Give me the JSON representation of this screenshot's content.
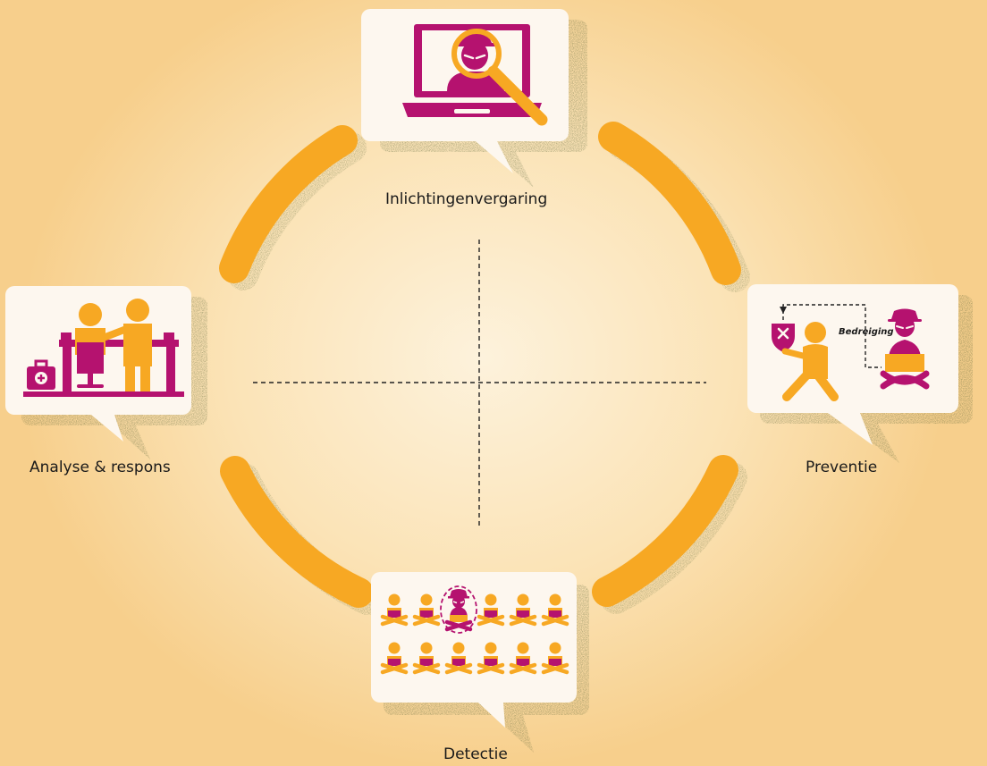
{
  "stages": {
    "top": {
      "label": "Inlichtingenvergaring",
      "icon": "spy-laptop-magnifier-icon"
    },
    "right": {
      "label": "Preventie",
      "icon": "shield-threat-icon",
      "threat_label": "Bedreiging"
    },
    "bottom": {
      "label": "Detectie",
      "icon": "crowd-spy-icon"
    },
    "left": {
      "label": "Analyse & respons",
      "icon": "team-desk-icon"
    }
  },
  "colors": {
    "orange": "#f7a823",
    "magenta": "#b5126f",
    "paper": "#fdf7ef",
    "background": "#fbe3b6"
  }
}
